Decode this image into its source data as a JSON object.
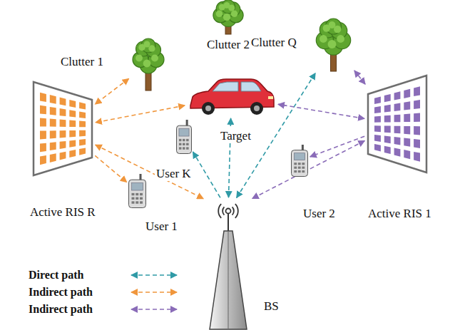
{
  "diagram": {
    "nodes": [
      {
        "text": [
          "Clutter 1"
        ]
      },
      {
        "text": [
          "Clutter 2"
        ]
      },
      {
        "text": [
          "Clutter Q"
        ]
      },
      {
        "text": [
          "Target"
        ]
      },
      {
        "text": [
          "User K"
        ]
      },
      {
        "text": [
          "Active RIS R"
        ]
      },
      {
        "text": [
          "User 1"
        ]
      },
      {
        "text": [
          "Active RIS 1"
        ]
      },
      {
        "text": [
          "User 2"
        ]
      },
      {
        "text": [
          "BS"
        ]
      }
    ],
    "edges": [
      {
        "from": 0,
        "to": 5,
        "arrow": "both"
      },
      {
        "from": 3,
        "to": 5,
        "arrow": "both"
      },
      {
        "from": 5,
        "to": 6,
        "arrow": "to"
      },
      {
        "from": 5,
        "to": 9,
        "arrow": "both"
      },
      {
        "from": 9,
        "to": 3,
        "arrow": "both"
      },
      {
        "from": 9,
        "to": 4,
        "arrow": "to"
      },
      {
        "from": 9,
        "to": 2,
        "arrow": "both"
      },
      {
        "from": 7,
        "to": 2,
        "arrow": "both"
      },
      {
        "from": 7,
        "to": 3,
        "arrow": "both"
      },
      {
        "from": 7,
        "to": 8,
        "arrow": "to"
      },
      {
        "from": 7,
        "to": 9,
        "arrow": "both"
      }
    ],
    "legend": [
      {
        "text": "Direct path"
      },
      {
        "text": "Indirect path"
      },
      {
        "text": "Indirect path"
      }
    ]
  }
}
